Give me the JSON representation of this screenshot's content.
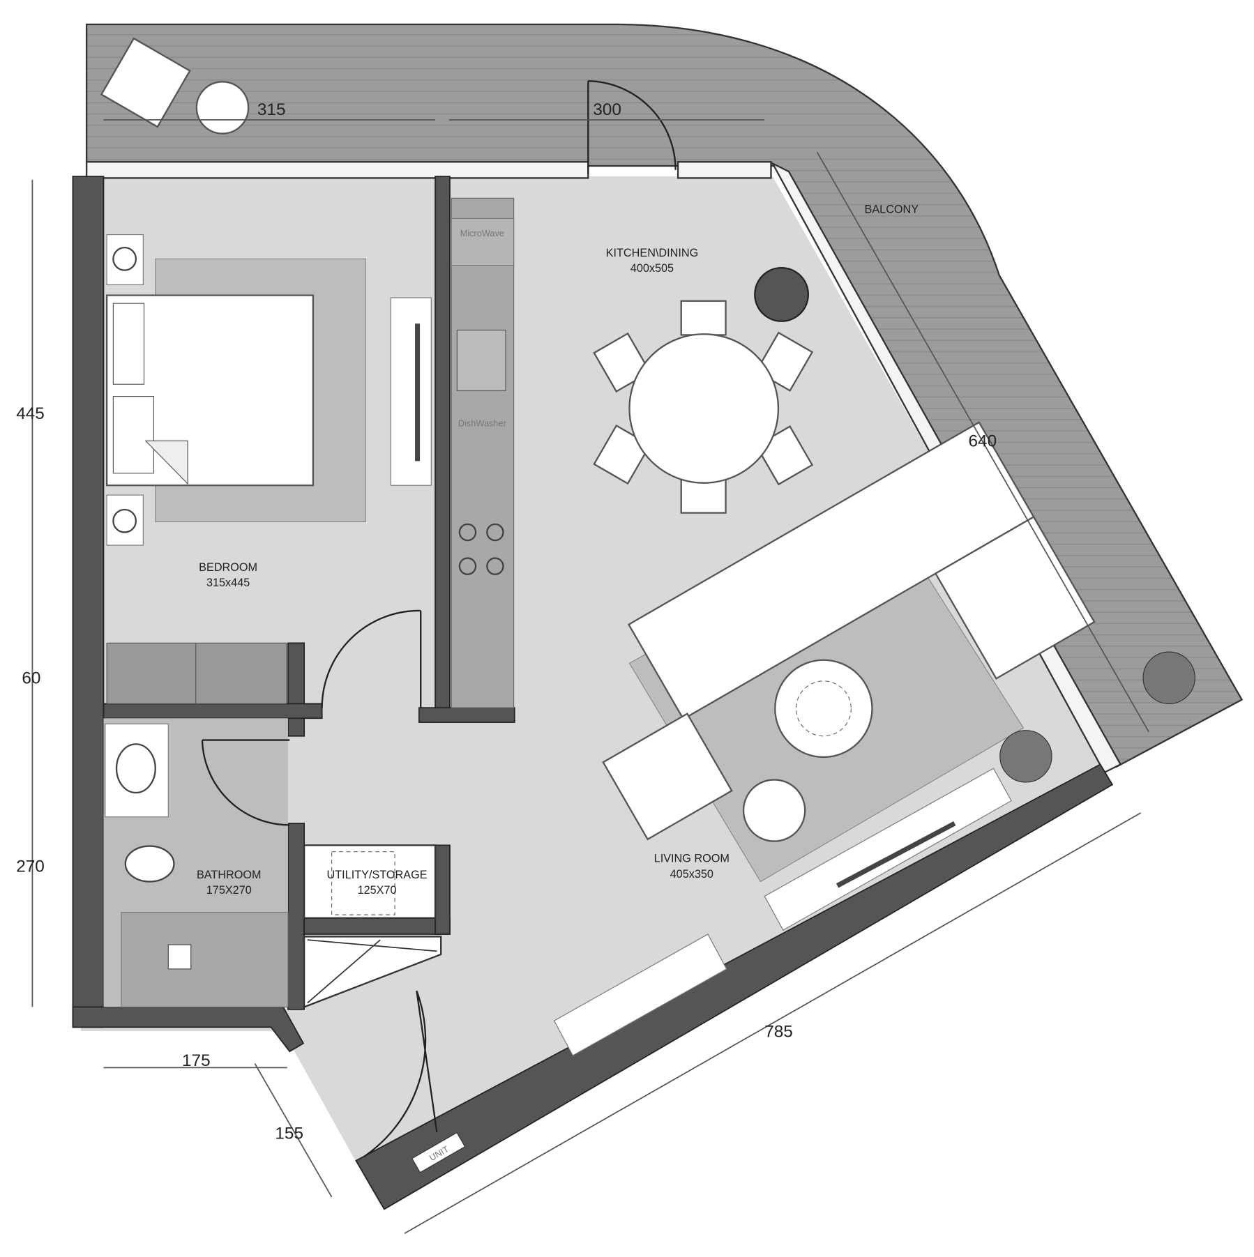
{
  "rooms": {
    "balcony": {
      "name": "BALCONY"
    },
    "kitchen": {
      "name": "KITCHEN\\DINING",
      "size": "400x505"
    },
    "bedroom": {
      "name": "BEDROOM",
      "size": "315x445"
    },
    "bathroom": {
      "name": "BATHROOM",
      "size": "175X270"
    },
    "utility": {
      "name": "UTILITY/STORAGE",
      "size": "125X70"
    },
    "living": {
      "name": "LIVING ROOM",
      "size": "405x350"
    }
  },
  "appliances": {
    "microwave": "MicroWave",
    "dishwasher": "DishWasher",
    "unit": "UNIT"
  },
  "dimensions": {
    "top_left": "315",
    "top_right": "300",
    "balcony_length": "640",
    "left_bedroom": "445",
    "left_wardrobe": "60",
    "left_bathroom": "270",
    "bottom_bathroom": "175",
    "entrance": "155",
    "diagonal_wall": "785"
  },
  "colors": {
    "wall": "#555555",
    "floor": "#d9d9d9",
    "balcony": "#9c9c9c",
    "rug": "#bdbdbd",
    "furniture": "#ffffff"
  }
}
